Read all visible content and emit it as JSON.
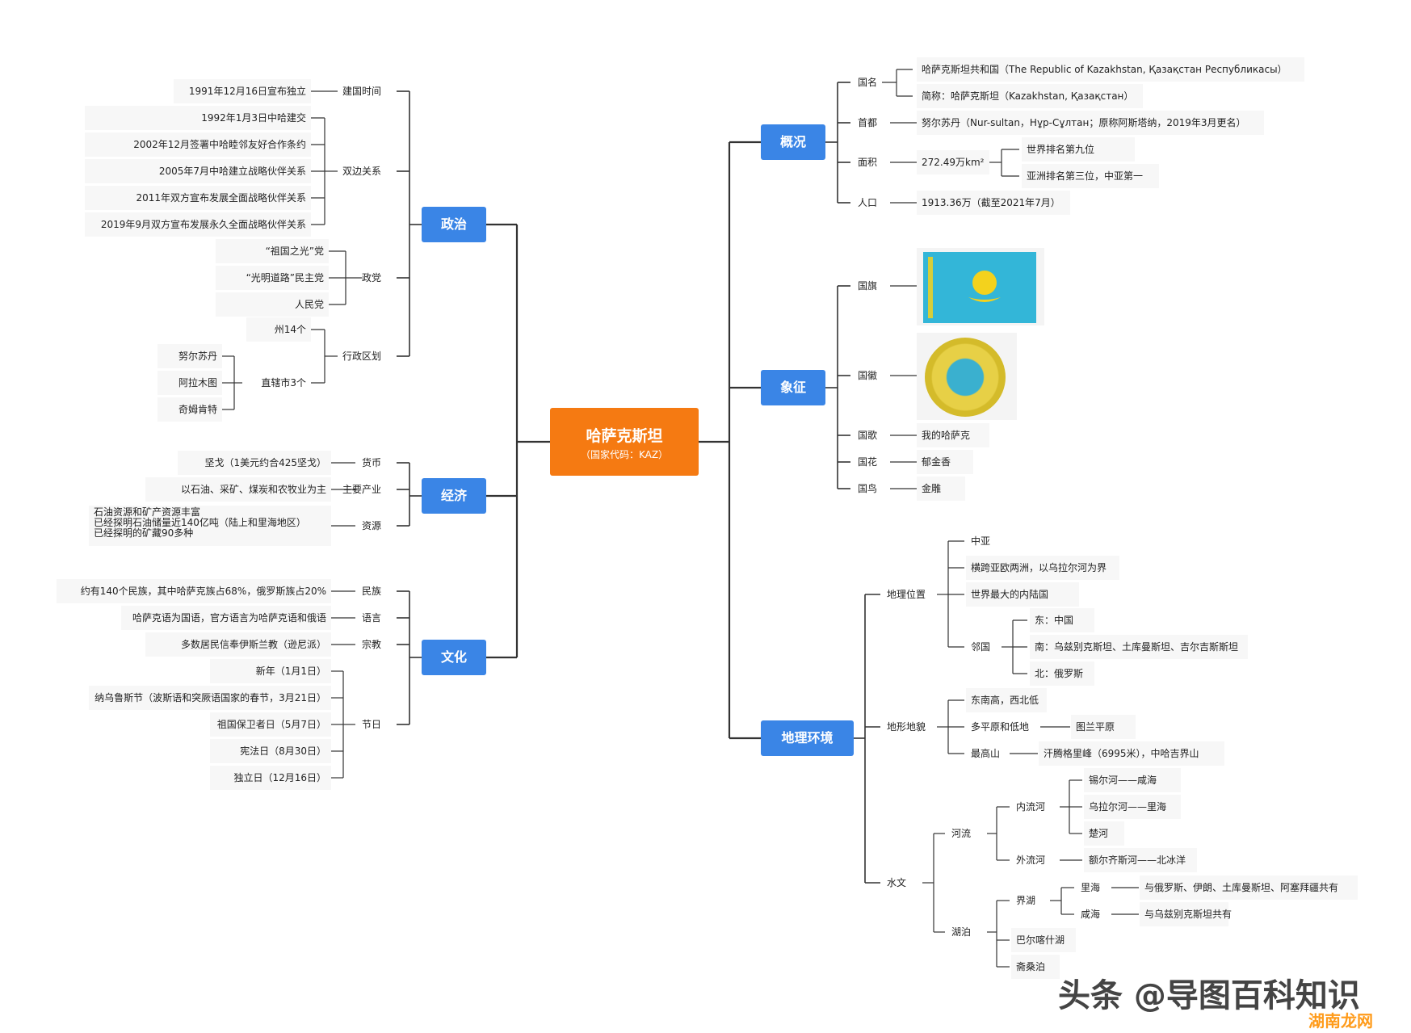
{
  "root": {
    "title": "哈萨克斯坦",
    "subtitle": "（国家代码：KAZ）"
  },
  "branches": {
    "politics": "政治",
    "economy": "经济",
    "culture": "文化",
    "overview": "概况",
    "symbols": "象征",
    "geography": "地理环境"
  },
  "politics": {
    "founding": {
      "label": "建国时间",
      "items": [
        "1991年12月16日宣布独立"
      ]
    },
    "bilateral": {
      "label": "双边关系",
      "items": [
        "1992年1月3日中哈建交",
        "2002年12月签署中哈睦邻友好合作条约",
        "2005年7月中哈建立战略伙伴关系",
        "2011年双方宣布发展全面战略伙伴关系",
        "2019年9月双方宣布发展永久全面战略伙伴关系"
      ]
    },
    "parties": {
      "label": "政党",
      "items": [
        "“祖国之光”党",
        "“光明道路”民主党",
        "人民党"
      ]
    },
    "admin": {
      "label": "行政区划",
      "states": "州14个",
      "cities_label": "直辖市3个",
      "cities": [
        "努尔苏丹",
        "阿拉木图",
        "奇姆肯特"
      ]
    }
  },
  "economy": {
    "currency": {
      "label": "货币",
      "value": "坚戈（1美元约合425坚戈）"
    },
    "industry": {
      "label": "主要产业",
      "value": "以石油、采矿、煤炭和农牧业为主"
    },
    "resources": {
      "label": "资源",
      "value": "石油资源和矿产资源丰富\n已经探明石油储量近140亿吨（陆上和里海地区）\n已经探明的矿藏90多种"
    }
  },
  "culture": {
    "ethnic": {
      "label": "民族",
      "value": "约有140个民族，其中哈萨克族占68%，俄罗斯族占20%"
    },
    "language": {
      "label": "语言",
      "value": "哈萨克语为国语，官方语言为哈萨克语和俄语"
    },
    "religion": {
      "label": "宗教",
      "value": "多数居民信奉伊斯兰教（逊尼派）"
    },
    "holidays": {
      "label": "节日",
      "items": [
        "新年（1月1日）",
        "纳乌鲁斯节（波斯语和突厥语国家的春节，3月21日）",
        "祖国保卫者日（5月7日）",
        "宪法日（8月30日）",
        "独立日（12月16日）"
      ]
    }
  },
  "overview": {
    "name": {
      "label": "国名",
      "items": [
        "哈萨克斯坦共和国（The Republic of Kazakhstan, Қазақстан Республикасы）",
        "简称：哈萨克斯坦（Kazakhstan, Қазақстан）"
      ]
    },
    "capital": {
      "label": "首都",
      "value": "努尔苏丹（Nur-sultan，Нұр-Сұлтан；原称阿斯塔纳，2019年3月更名）"
    },
    "area": {
      "label": "面积",
      "value": "272.49万km²",
      "items": [
        "世界排名第九位",
        "亚洲排名第三位，中亚第一"
      ]
    },
    "population": {
      "label": "人口",
      "value": "1913.36万（截至2021年7月）"
    }
  },
  "symbols": {
    "flag": {
      "label": "国旗",
      "icon": "kazakhstan-flag",
      "color": "#33b6d8",
      "sun": "#f3d21d"
    },
    "emblem": {
      "label": "国徽",
      "icon": "kazakhstan-emblem"
    },
    "anthem": {
      "label": "国歌",
      "value": "我的哈萨克"
    },
    "flower": {
      "label": "国花",
      "value": "郁金香"
    },
    "bird": {
      "label": "国鸟",
      "value": "金雕"
    }
  },
  "geography": {
    "location": {
      "label": "地理位置",
      "items": [
        "中亚",
        "横跨亚欧两洲，以乌拉尔河为界",
        "世界最大的内陆国"
      ],
      "neighbors_label": "邻国",
      "neighbors": [
        "东：中国",
        "南：乌兹别克斯坦、土库曼斯坦、吉尔吉斯斯坦",
        "北：俄罗斯"
      ]
    },
    "terrain": {
      "label": "地形地貌",
      "items": [
        "东南高，西北低",
        "多平原和低地",
        "最高山"
      ],
      "plain": "图兰平原",
      "peak": "汗腾格里峰（6995米），中哈吉界山"
    },
    "water": {
      "label": "水文",
      "rivers": {
        "label": "河流",
        "inland_label": "内流河",
        "inland": [
          "锡尔河——咸海",
          "乌拉尔河——里海",
          "楚河"
        ],
        "outflow_label": "外流河",
        "outflow": "额尔齐斯河——北冰洋"
      },
      "lakes": {
        "label": "湖泊",
        "border_label": "界湖",
        "caspian": "里海",
        "caspian_note": "与俄罗斯、伊朗、土库曼斯坦、阿塞拜疆共有",
        "aral": "咸海",
        "aral_note": "与乌兹别克斯坦共有",
        "others": [
          "巴尔喀什湖",
          "斋桑泊"
        ]
      }
    }
  },
  "watermark": {
    "text": "头条 @导图百科知识",
    "site": "湖南龙网"
  },
  "colors": {
    "root": "#f57a12",
    "branch": "#3a85e6",
    "line": "#333333"
  }
}
